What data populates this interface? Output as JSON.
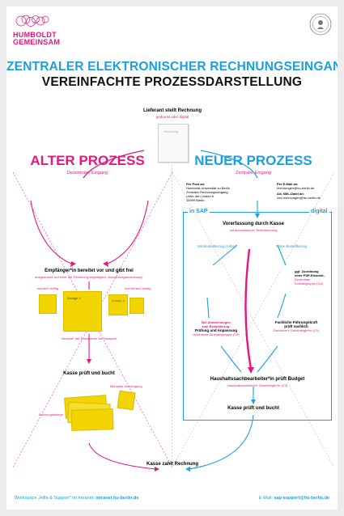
{
  "logo": {
    "line1": "HUMBOLDT",
    "line2": "GEMEINSAM"
  },
  "title": {
    "line1": "ZENTRALER ELEKTRONISCHER RECHNUNGSEINGANG",
    "line2": "VEREINFACHTE PROZESSDARSTELLUNG"
  },
  "supplier": {
    "title": "Lieferant stellt Rechnung",
    "sub": "gedruckt oder digital",
    "doc_label": "Rechnung"
  },
  "old_process": {
    "heading": "ALTER PROZESS",
    "sub": "Dezentraler Eingang",
    "step1_title": "Empfänger*in bereitet vor und gibt frei",
    "step1_sub": "ausgedruckt, auf einer der Rechnung beigefügten „Auszahlungsanordnung\"",
    "label_left": "sachlich richtig",
    "label_right": "rechnerisch richtig",
    "doc_center": "Anlage 4",
    "doc_right": "Anlage 5",
    "caption_docs": "Versand* der Dokumente via Hauspost",
    "step2_title": "Kasse prüft und bucht",
    "label_vouchers": "Manuelle Übertragung",
    "label_receipts": "Buchungsbelege"
  },
  "new_process": {
    "heading": "NEUER PROZESS",
    "sub": "Zentraler Eingang",
    "post_title": "Per Post an:",
    "post_lines": [
      "Humboldt-Universität zu Berlin",
      "Zentraler Rechnungseingang",
      "Unter den Linden 6",
      "10099 Berlin"
    ],
    "mail_title": "Per E-Mail an:",
    "mail_line": "rechnungen@hu-berlin.de",
    "xml_title": "Als XML-Datei an:",
    "xml_line": "xml-rechnungen@hu-berlin.de",
    "sap_left": "in SAP",
    "sap_right": "digital",
    "pre_title": "Vorerfassung durch Kasse",
    "pre_sub": "mit automatischer Texterkennung",
    "with_order": "Mit Bestellbezug (Ariba)",
    "without_order": "Ohne Bestellbezug",
    "assign_lines": [
      "ggf. Zuordnung",
      "einer PSP-Element-",
      "Dezentrale",
      "Kontaktgruppe (Ca)"
    ],
    "deviation_lines": [
      "Bei Abweichungen",
      "zum Bestellbezug:",
      "Prüfung und Anpassung",
      "Dezentrale Einkaufsgruppe (C9)"
    ],
    "lead_lines": [
      "Fachliche Führungskraft",
      "prüft sachlich",
      "Fachliche*r Genehmiger*in (C1)"
    ],
    "budget_title": "Haushaltssachbearbeiter*in prüft Budget",
    "budget_sub": "Haushaltsrechtliche*r Genehmiger*in (C2)",
    "final_title": "Kasse prüft und bucht"
  },
  "pay": "Kasse zahlt Rechnung",
  "footer": {
    "left_prefix": "Workspace „Hilfe & Support\" im Intranet: ",
    "left_link": "intranet.hu-berlin.de",
    "right_prefix": "E-Mail: ",
    "right_link": "sap-support@hu-berlin.de"
  },
  "colors": {
    "pink": "#e5177e",
    "blue": "#1a9fe0",
    "yellow": "#f2d500"
  },
  "icons": [
    "humboldt-gemeinsam-logo",
    "university-seal",
    "invoice-document-icon"
  ]
}
